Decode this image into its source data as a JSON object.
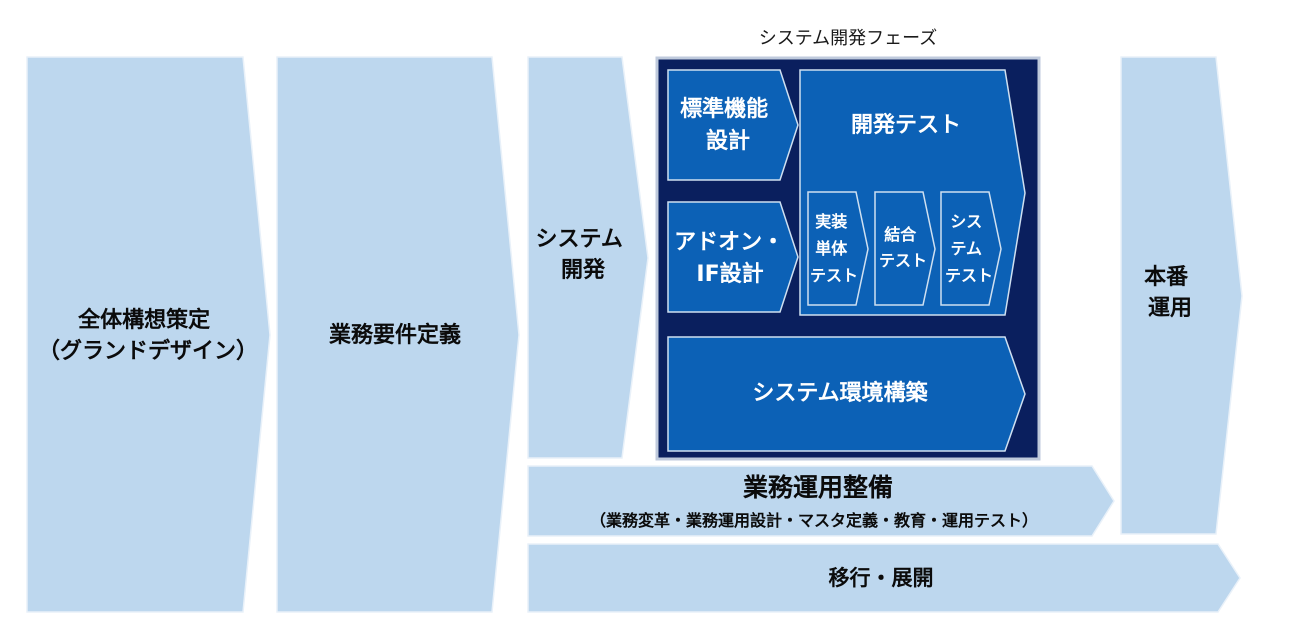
{
  "phase_label": "システム開発フェーズ",
  "stages": {
    "overall_concept": [
      "全体構想策定",
      "（グランドデザイン）"
    ],
    "business_requirements": [
      "業務要件定義"
    ],
    "system_development": [
      "システム",
      "開発"
    ],
    "production_operation": [
      "本番",
      "運用"
    ]
  },
  "dev_phase": {
    "standard_design": [
      "標準機能",
      "設計"
    ],
    "addon_design": [
      "アドオン・",
      "IF設計"
    ],
    "dev_test": "開発テスト",
    "unit_test": [
      "実装",
      "単体",
      "テスト"
    ],
    "integration_test": [
      "結合",
      "テスト"
    ],
    "system_test": [
      "シス",
      "テム",
      "テスト"
    ],
    "environment": "システム環境構築"
  },
  "business_operation": {
    "title": "業務運用整備",
    "subtitle": "（業務変革・業務運用設計・マスタ定義・教育・運用テスト）"
  },
  "migration": "移行・展開"
}
